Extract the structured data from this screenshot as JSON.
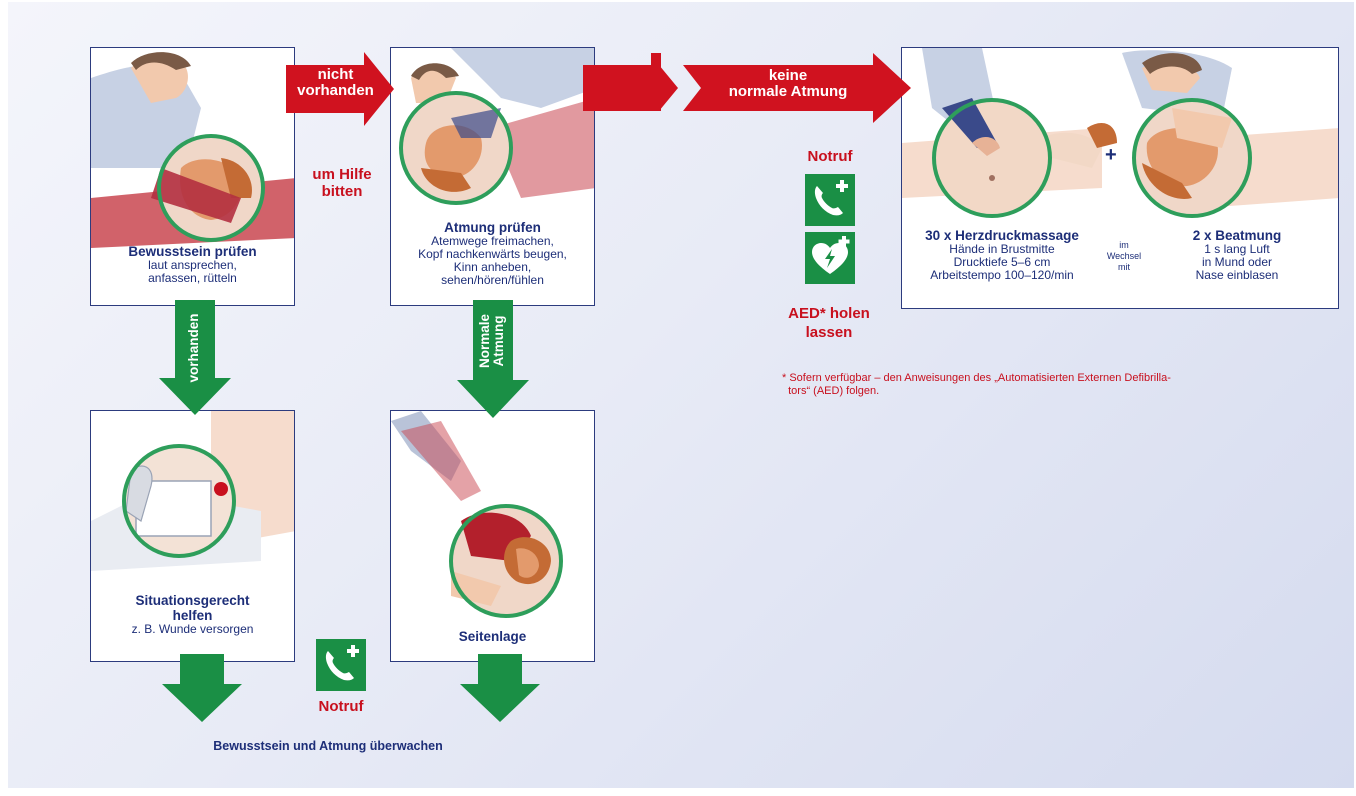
{
  "steps": {
    "consciousness": {
      "title": "Bewusstsein prüfen",
      "text": "laut ansprechen,\nanfassen, rütteln"
    },
    "breathing": {
      "title": "Atmung prüfen",
      "text": "Atemwege freimachen,\nKopf nachkenwärts beugen,\nKinn anheben,\nsehen/hören/fühlen"
    },
    "help": {
      "title": "Situationsgerecht\nhelfen",
      "text": "z. B. Wunde versorgen"
    },
    "recovery": {
      "title": "Seitenlage"
    },
    "cpr": {
      "compressions_title": "30 x Herzdruckmassage",
      "compressions_text": "Hände in Brustmitte\nDrucktiefe 5–6 cm\nArbeitstempo 100–120/min",
      "alternate": "im\nWechsel\nmit",
      "plus": "+",
      "breaths_title": "2 x Beatmung",
      "breaths_text": "1 s lang Luft\nin Mund oder\nNase einblasen"
    }
  },
  "arrows": {
    "not_present": "nicht\nvorhanden",
    "no_breathing": "keine\nnormale Atmung",
    "present": "vorhanden",
    "normal_breathing": "Normale\nAtmung"
  },
  "labels": {
    "call_help": "um Hilfe\nbitten",
    "emergency_call_top": "Notruf",
    "aed_fetch": "AED* holen\nlassen",
    "emergency_call_bottom": "Notruf",
    "monitor": "Bewusstsein und Atmung überwachen",
    "footnote": "* Sofern verfügbar – den Anweisungen des „Automatisierten Externen Defibrilla-\n  tors“ (AED) folgen."
  },
  "icons": {
    "phone": "emergency-phone-icon",
    "aed": "aed-heart-icon"
  },
  "colors": {
    "green": "#1a8f45",
    "red": "#d0121f",
    "navy": "#1d2e78",
    "circle_green": "#2e9e5b"
  }
}
